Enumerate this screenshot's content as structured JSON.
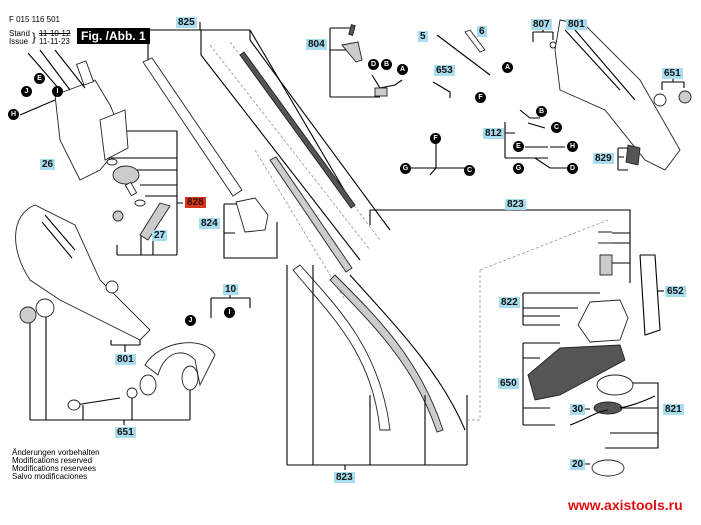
{
  "header": {
    "part_number": "F 015 116 501",
    "stand_label": "Stand",
    "stand_value": "11-10-12",
    "issue_label": "Issue",
    "issue_value": "11-11-23",
    "figure_title": "Fig. /Abb. 1"
  },
  "footer": {
    "notes": [
      "Änderungen vorbehalten",
      "Modifications reserved",
      "Modifications reservees",
      "Salvo modificaciones"
    ],
    "watermark": "www.axistools.ru"
  },
  "colors": {
    "label_bg": "#a8dcef",
    "highlight_label_bg": "#d4361a",
    "watermark": "#e01010"
  },
  "part_labels": {
    "p825": "825",
    "p804": "804",
    "p5": "5",
    "p6": "6",
    "p653": "653",
    "p807": "807",
    "p801_top": "801",
    "p651_right": "651",
    "p812": "812",
    "p829": "829",
    "p26": "26",
    "p828": "828",
    "p27": "27",
    "p824": "824",
    "p823_top": "823",
    "p822": "822",
    "p652": "652",
    "p10": "10",
    "p801_bottom": "801",
    "p650": "650",
    "p30": "30",
    "p821": "821",
    "p20": "20",
    "p651_bottom": "651",
    "p823_bottom": "823"
  },
  "connectors": {
    "J1": "J",
    "E1": "E",
    "I1": "I",
    "H1": "H",
    "D1": "D",
    "B1": "B",
    "A1": "A",
    "A2": "A",
    "F1": "F",
    "B2": "B",
    "C1": "C",
    "F2": "F",
    "G1": "G",
    "C2": "C",
    "E2": "E",
    "H2": "H",
    "G2": "G",
    "D2": "D",
    "J2": "J",
    "I2": "I"
  }
}
